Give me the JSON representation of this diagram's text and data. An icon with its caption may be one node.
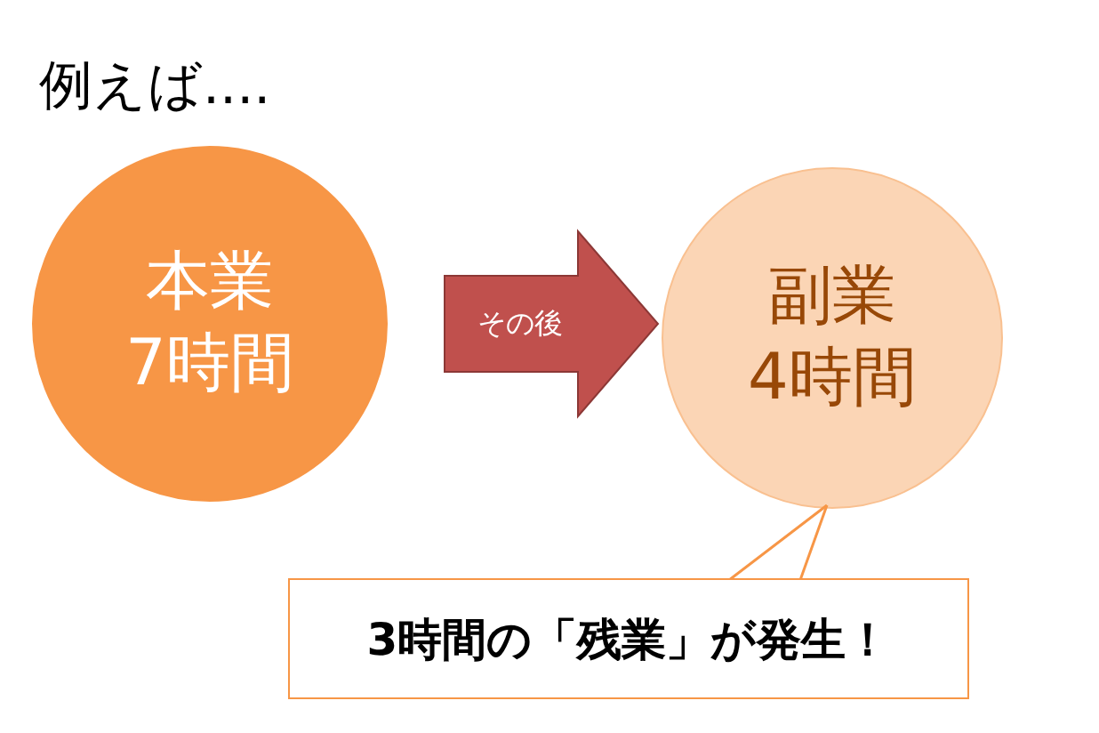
{
  "diagram": {
    "title": "例えば....",
    "nodes": [
      {
        "text": [
          "本業",
          "7時間"
        ]
      },
      {
        "text": [
          "副業",
          "4時間"
        ]
      },
      {
        "text": [
          "3時間の「残業」が発生！"
        ]
      }
    ],
    "edges": [
      {
        "from": 0,
        "to": 1,
        "arrow": "to",
        "label": "その後",
        "color": "#c0504d"
      },
      {
        "from": 2,
        "to": 1,
        "arrow": "none"
      }
    ]
  }
}
